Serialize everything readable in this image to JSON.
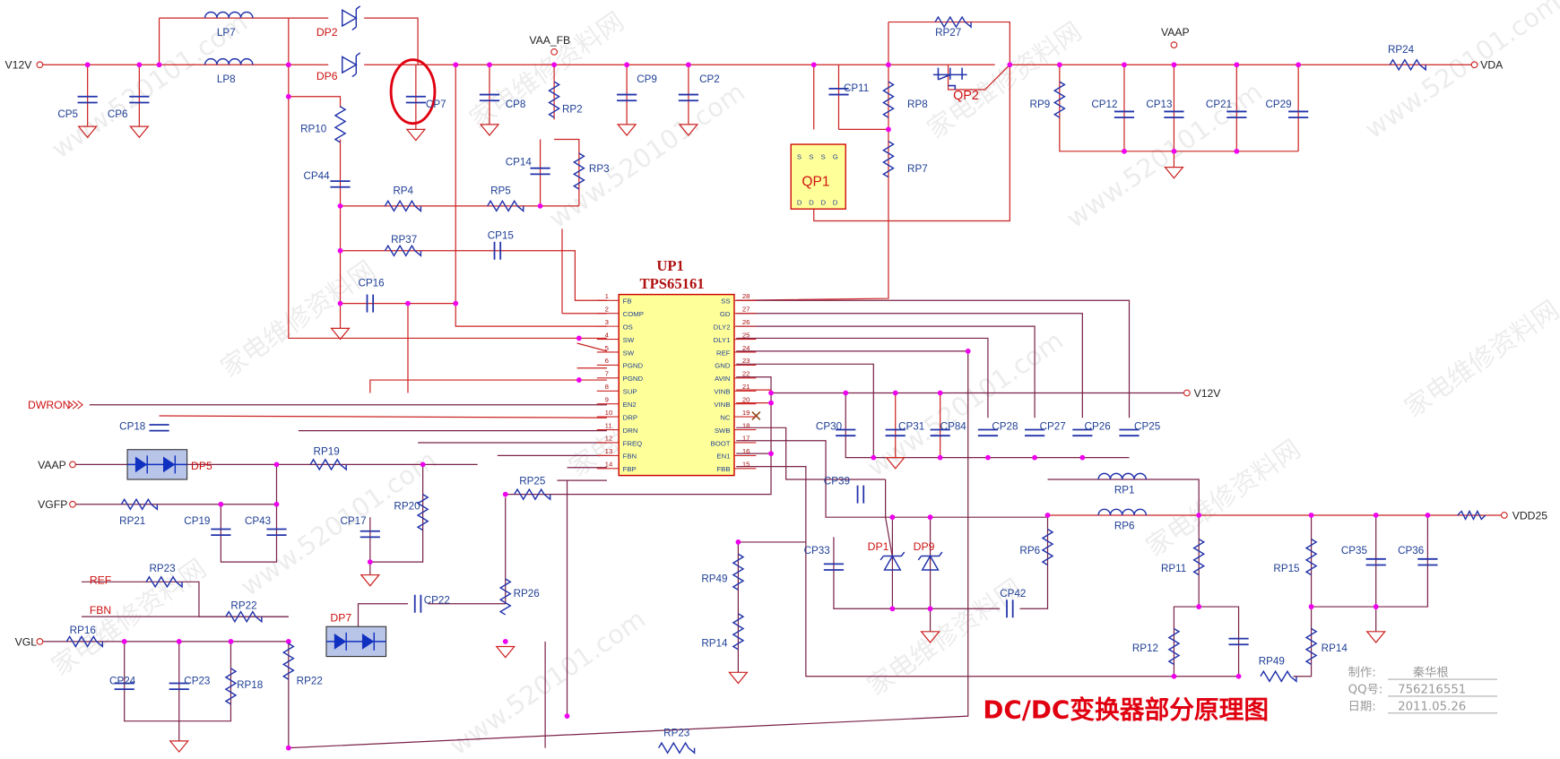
{
  "title": "DC/DC变换器部分原理图",
  "ic": {
    "ref": "UP1",
    "part": "TPS65161",
    "left_pins": [
      {
        "num": "1",
        "name": "FB"
      },
      {
        "num": "2",
        "name": "COMP"
      },
      {
        "num": "3",
        "name": "OS"
      },
      {
        "num": "4",
        "name": "SW"
      },
      {
        "num": "5",
        "name": "SW"
      },
      {
        "num": "6",
        "name": "PGND"
      },
      {
        "num": "7",
        "name": "PGND"
      },
      {
        "num": "8",
        "name": "SUP"
      },
      {
        "num": "9",
        "name": "EN2"
      },
      {
        "num": "10",
        "name": "DRP"
      },
      {
        "num": "11",
        "name": "DRN"
      },
      {
        "num": "12",
        "name": "FREQ"
      },
      {
        "num": "13",
        "name": "FBN"
      },
      {
        "num": "14",
        "name": "FBP"
      }
    ],
    "right_pins": [
      {
        "num": "28",
        "name": "SS"
      },
      {
        "num": "27",
        "name": "GD"
      },
      {
        "num": "26",
        "name": "DLY2"
      },
      {
        "num": "25",
        "name": "DLY1"
      },
      {
        "num": "24",
        "name": "REF"
      },
      {
        "num": "23",
        "name": "GND"
      },
      {
        "num": "22",
        "name": "AVIN"
      },
      {
        "num": "21",
        "name": "VINB"
      },
      {
        "num": "20",
        "name": "VINB"
      },
      {
        "num": "19",
        "name": "NC"
      },
      {
        "num": "18",
        "name": "SWB"
      },
      {
        "num": "17",
        "name": "BOOT"
      },
      {
        "num": "16",
        "name": "EN1"
      },
      {
        "num": "15",
        "name": "FBB"
      }
    ]
  },
  "nets": {
    "v12v_in": "V12V",
    "vaa_fb": "VAA_FB",
    "vaap_top": "VAAP",
    "vda": "VDA",
    "v12v_right": "V12V",
    "dwron": "DWRON",
    "vaap_left": "VAAP",
    "vgfp": "VGFP",
    "ref": "REF",
    "fbn": "FBN",
    "vgl": "VGL",
    "vdd25": "VDD25"
  },
  "refs": {
    "LP7": "LP7",
    "LP8": "LP8",
    "DP2": "DP2",
    "DP6": "DP6",
    "CP7": "CP7",
    "CP5": "CP5",
    "CP6": "CP6",
    "CP8": "CP8",
    "CP9": "CP9",
    "CP2": "CP2",
    "RP2": "RP2",
    "RP3": "RP3",
    "CP14": "CP14",
    "RP10": "RP10",
    "CP44": "CP44",
    "RP4": "RP4",
    "RP5": "RP5",
    "RP37": "RP37",
    "CP15": "CP15",
    "CP16": "CP16",
    "RP27": "RP27",
    "CP11": "CP11",
    "RP8": "RP8",
    "RP7": "RP7",
    "QP1": "QP1",
    "QP2": "QP2",
    "RP9": "RP9",
    "CP12": "CP12",
    "CP13": "CP13",
    "CP21": "CP21",
    "CP29": "CP29",
    "RP24": "RP24",
    "CP18": "CP18",
    "DP5": "DP5",
    "RP19": "RP19",
    "RP21": "RP21",
    "CP19": "CP19",
    "CP43": "CP43",
    "CP17": "CP17",
    "RP20": "RP20",
    "RP25": "RP25",
    "RP26": "RP26",
    "DP7": "DP7",
    "CP22": "CP22",
    "RP23a": "RP23",
    "RP22a": "RP22",
    "RP16": "RP16",
    "CP24": "CP24",
    "CP23": "CP23",
    "RP18": "RP18",
    "RP22b": "RP22",
    "RP23b": "RP23",
    "CP30": "CP30",
    "CP31": "CP31",
    "CP84": "CP84",
    "CP28": "CP28",
    "CP27": "CP27",
    "CP26": "CP26",
    "CP25": "CP25",
    "CP39": "CP39",
    "CP33": "CP33",
    "DP1": "DP1",
    "DP9": "DP9",
    "CP42": "CP42",
    "RP6a": "RP6",
    "RP1": "RP1",
    "RP6b": "RP6",
    "RP11": "RP11",
    "RP12": "RP12",
    "RP49a": "RP49",
    "RP15": "RP15",
    "RP14a": "RP14",
    "CP35": "CP35",
    "CP36": "CP36",
    "RP49b": "RP49",
    "RP14b": "RP14"
  },
  "footer": {
    "maker_label": "制作:",
    "maker": "秦华根",
    "qq_label": "QQ号:",
    "qq": "756216551",
    "date_label": "日期:",
    "date": "2011.05.26"
  },
  "watermark": {
    "site": "www.520101.com",
    "cn": "家电维修资料网"
  },
  "colors": {
    "wire": "#cc2222",
    "net": "#7a2248",
    "component": "#2233aa",
    "junction": "#ee00ee",
    "ic_fill": "#ffff99",
    "title": "#e00010"
  }
}
